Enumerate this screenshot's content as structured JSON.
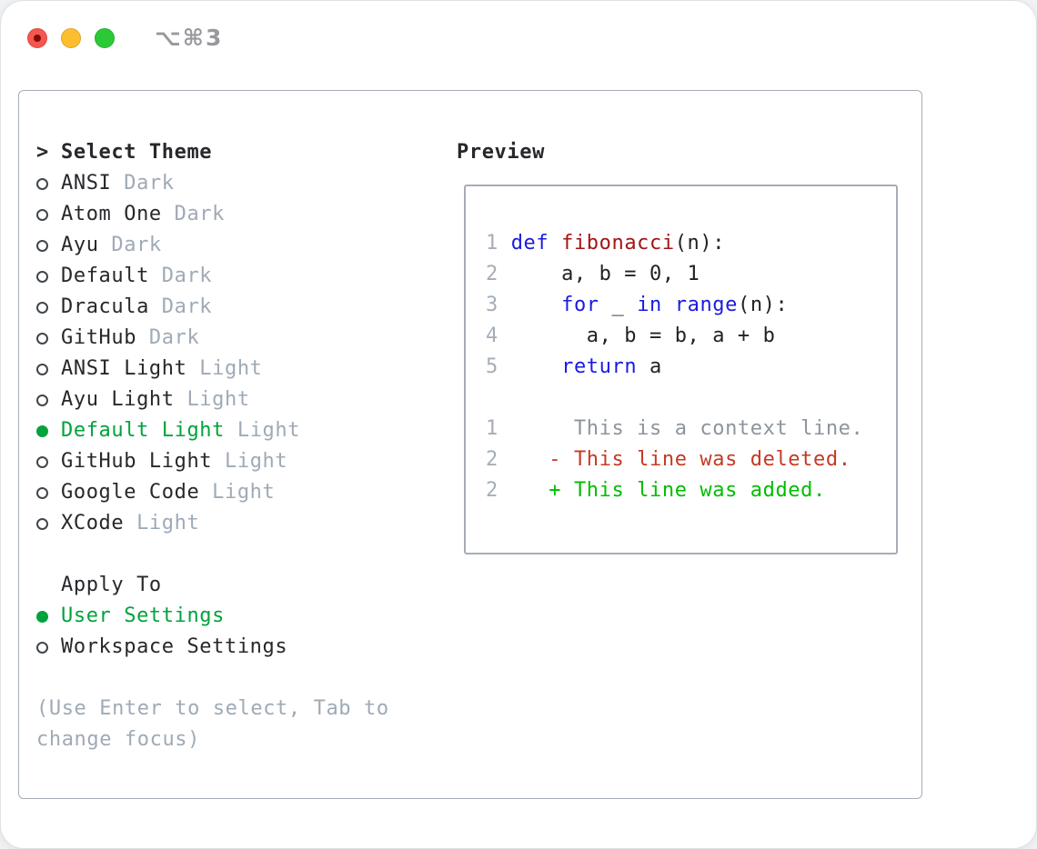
{
  "window": {
    "shortcut_label": "⌥⌘3"
  },
  "theme_picker": {
    "cursor": ">",
    "title": "Select Theme",
    "items": [
      {
        "name": "ANSI",
        "variant": "Dark",
        "selected": false
      },
      {
        "name": "Atom One",
        "variant": "Dark",
        "selected": false
      },
      {
        "name": "Ayu",
        "variant": "Dark",
        "selected": false
      },
      {
        "name": "Default",
        "variant": "Dark",
        "selected": false
      },
      {
        "name": "Dracula",
        "variant": "Dark",
        "selected": false
      },
      {
        "name": "GitHub",
        "variant": "Dark",
        "selected": false
      },
      {
        "name": "ANSI Light",
        "variant": "Light",
        "selected": false
      },
      {
        "name": "Ayu Light",
        "variant": "Light",
        "selected": false
      },
      {
        "name": "Default Light",
        "variant": "Light",
        "selected": true
      },
      {
        "name": "GitHub Light",
        "variant": "Light",
        "selected": false
      },
      {
        "name": "Google Code",
        "variant": "Light",
        "selected": false
      },
      {
        "name": "XCode",
        "variant": "Light",
        "selected": false
      }
    ],
    "apply_to": {
      "title": "Apply To",
      "options": [
        {
          "name": "User Settings",
          "selected": true
        },
        {
          "name": "Workspace Settings",
          "selected": false
        }
      ]
    },
    "hint": "(Use Enter to select, Tab to change focus)"
  },
  "preview": {
    "title": "Preview",
    "lines": [
      {
        "segments": [
          {
            "c": "num",
            "t": "1 "
          },
          {
            "c": "kw",
            "t": "def "
          },
          {
            "c": "fn",
            "t": "fibonacci"
          },
          {
            "c": "code",
            "t": "(n):"
          }
        ]
      },
      {
        "segments": [
          {
            "c": "num",
            "t": "2"
          },
          {
            "c": "code",
            "t": "     a, b = 0, 1"
          }
        ]
      },
      {
        "segments": [
          {
            "c": "num",
            "t": "3"
          },
          {
            "c": "code",
            "t": "     "
          },
          {
            "c": "kw",
            "t": "for"
          },
          {
            "c": "code",
            "t": " _ "
          },
          {
            "c": "kw",
            "t": "in"
          },
          {
            "c": "code",
            "t": " "
          },
          {
            "c": "kw",
            "t": "range"
          },
          {
            "c": "code",
            "t": "(n):"
          }
        ]
      },
      {
        "segments": [
          {
            "c": "num",
            "t": "4"
          },
          {
            "c": "code",
            "t": "       a, b = b, a + b"
          }
        ]
      },
      {
        "segments": [
          {
            "c": "num",
            "t": "5"
          },
          {
            "c": "code",
            "t": "     "
          },
          {
            "c": "kw",
            "t": "return"
          },
          {
            "c": "code",
            "t": " a"
          }
        ]
      },
      {
        "segments": []
      },
      {
        "segments": [
          {
            "c": "num",
            "t": "1"
          },
          {
            "c": "ctx",
            "t": "      This is a context line."
          }
        ]
      },
      {
        "segments": [
          {
            "c": "num",
            "t": "2"
          },
          {
            "c": "code",
            "t": "    "
          },
          {
            "c": "del",
            "t": "- This line was deleted."
          }
        ]
      },
      {
        "segments": [
          {
            "c": "num",
            "t": "2"
          },
          {
            "c": "code",
            "t": "    "
          },
          {
            "c": "add",
            "t": "+ This line was added."
          }
        ]
      }
    ]
  },
  "palette": {
    "selected_green": "#00a33c",
    "keyword_blue": "#1a1ae0",
    "function_red": "#a31515",
    "deleted_red": "#c53a22",
    "added_green": "#00bd00",
    "muted_gray": "#9faab6",
    "line_number_gray": "#a6adb6",
    "context_gray": "#8d949d",
    "border_gray": "#a6adb7",
    "traffic_red": "#f5564e",
    "traffic_yellow": "#fcbd2f",
    "traffic_green": "#2cc936"
  }
}
